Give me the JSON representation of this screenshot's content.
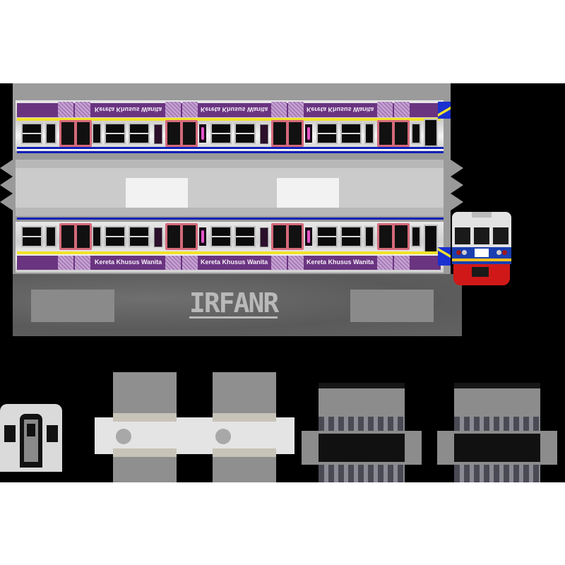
{
  "texture_atlas": {
    "description": "Train skin UV texture map",
    "background_color": "#000000",
    "canvas_color": "#ffffff",
    "body_sheet": {
      "sign_text_upper_mirrored": "Kereta Khusus Wanita",
      "sign_text_lower": "Kereta Khusus Wanita",
      "brand_text": "IRFANR",
      "colors": {
        "purple_band": "#6a3480",
        "yellow_stripe": "#f2e22a",
        "blue_stripe": "#1020b8",
        "door_frame": "#d46a7a",
        "body_silver": "#d8d8d8",
        "underframe": "#5e5e5e"
      },
      "sign_panels": [
        {
          "label": "Kereta Khusus Wanita"
        },
        {
          "label": "Kereta Khusus Wanita"
        },
        {
          "label": "Kereta Khusus Wanita"
        }
      ]
    },
    "front_cab": {
      "colors": {
        "body": "#e0e0e0",
        "blue": "#1a3fb0",
        "yellow": "#f0c020",
        "red": "#d01818"
      }
    },
    "parts": [
      {
        "name": "rear-cab-face"
      },
      {
        "name": "roof-piece-1"
      },
      {
        "name": "roof-piece-2"
      },
      {
        "name": "bogie-1"
      },
      {
        "name": "bogie-2"
      }
    ]
  }
}
